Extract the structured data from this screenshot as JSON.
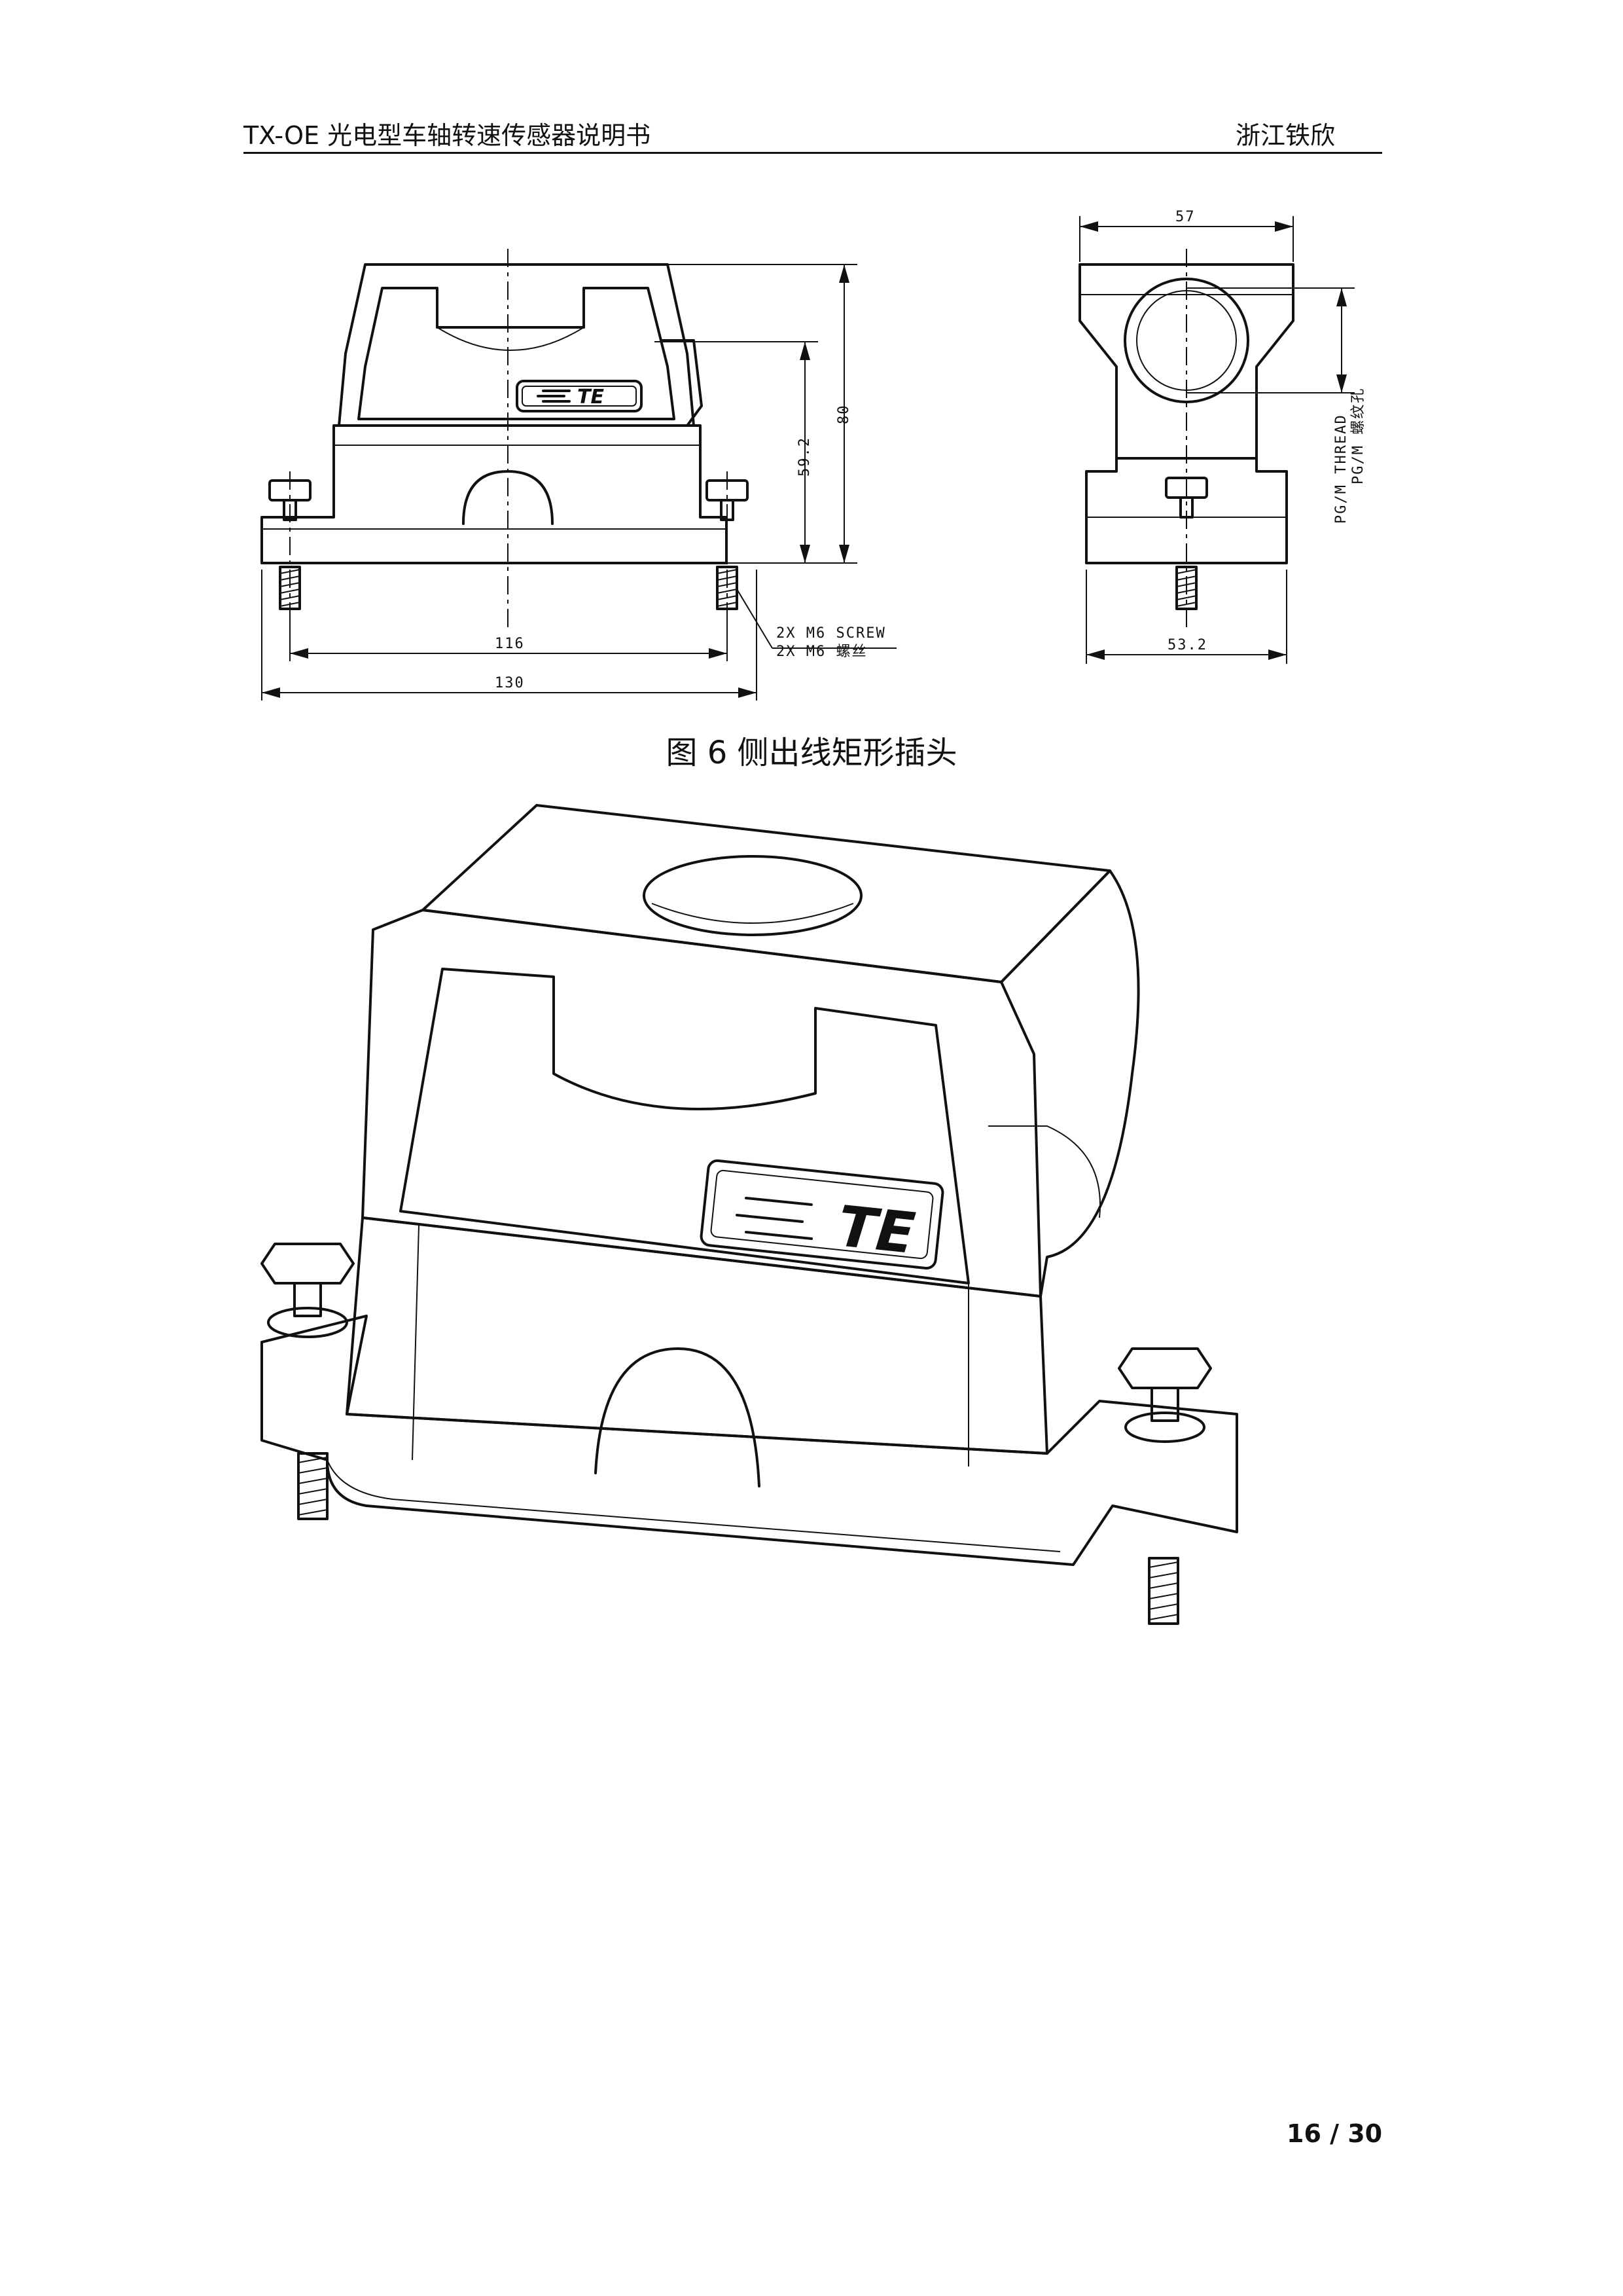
{
  "header": {
    "title": "TX-OE 光电型车轴转速传感器说明书",
    "company": "浙江铁欣"
  },
  "drawing": {
    "dims": {
      "d116": "116",
      "d130": "130",
      "d59": "59.2",
      "d80": "80",
      "d57": "57",
      "d53": "53.2"
    },
    "screw_note_en": "2X M6 SCREW",
    "screw_note_cn": "2X M6 螺丝",
    "thread_note_en": "PG/M THREAD",
    "thread_note_cn": "PG/M 螺纹孔",
    "logo_text": "TE"
  },
  "caption": "图 6 侧出线矩形插头",
  "page": {
    "number": "16 / 30"
  }
}
